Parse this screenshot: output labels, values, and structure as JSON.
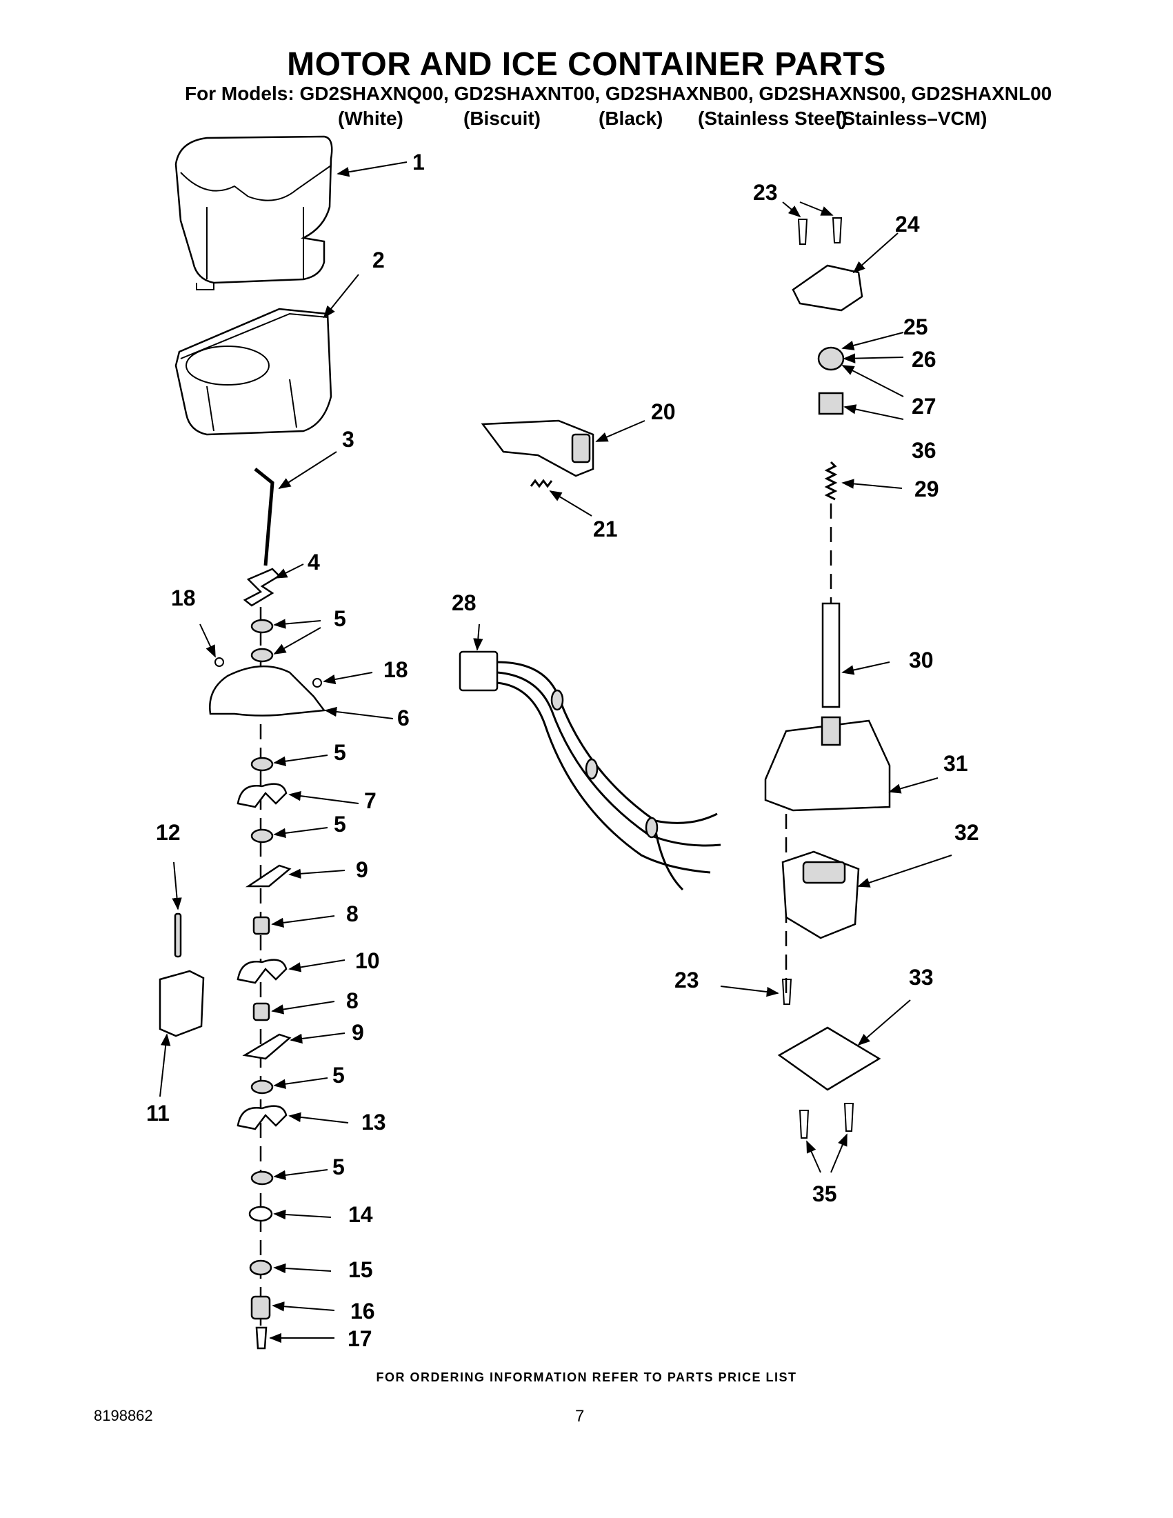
{
  "header": {
    "title": "MOTOR AND ICE CONTAINER PARTS",
    "models_line": "For Models: GD2SHAXNQ00, GD2SHAXNT00, GD2SHAXNB00, GD2SHAXNS00, GD2SHAXNL00",
    "variants": [
      "(White)",
      "(Biscuit)",
      "(Black)",
      "(Stainless Steel)",
      "(Stainless–VCM)"
    ]
  },
  "callouts": {
    "c1": "1",
    "c2": "2",
    "c3": "3",
    "c4": "4",
    "c5a": "5",
    "c5b": "5",
    "c5c": "5",
    "c5d": "5",
    "c5e": "5",
    "c5f": "5",
    "c6": "6",
    "c7": "7",
    "c8a": "8",
    "c8b": "8",
    "c9a": "9",
    "c9b": "9",
    "c10": "10",
    "c11": "11",
    "c12": "12",
    "c13": "13",
    "c14": "14",
    "c15": "15",
    "c16": "16",
    "c17": "17",
    "c18a": "18",
    "c18b": "18",
    "c20": "20",
    "c21": "21",
    "c23a": "23",
    "c23b": "23",
    "c24": "24",
    "c25": "25",
    "c26": "26",
    "c27": "27",
    "c28": "28",
    "c29": "29",
    "c30": "30",
    "c31": "31",
    "c32": "32",
    "c33": "33",
    "c35": "35",
    "c36": "36"
  },
  "footer": {
    "ordering_note": "FOR ORDERING INFORMATION REFER TO PARTS PRICE LIST",
    "document_number": "8198862",
    "page_number": "7"
  }
}
